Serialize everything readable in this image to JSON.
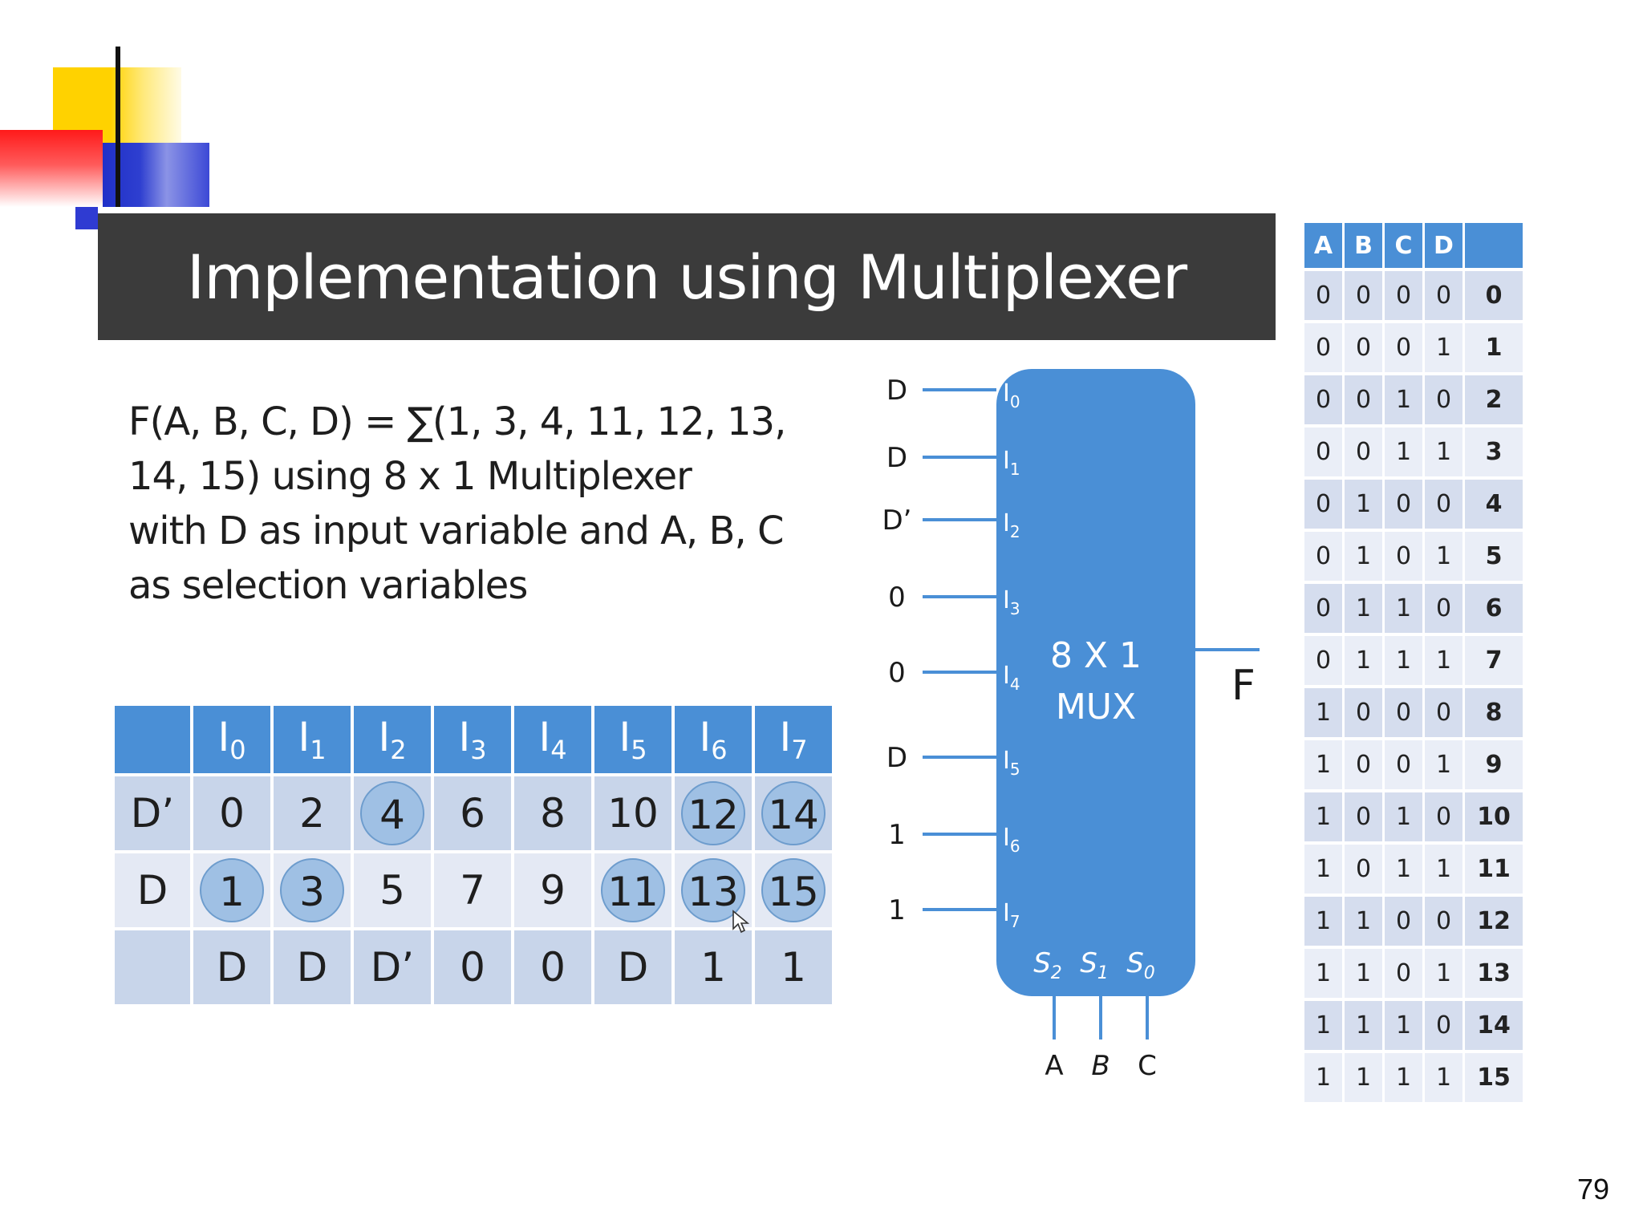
{
  "slide": {
    "title": "Implementation using Multiplexer",
    "description_lines": [
      "F(A, B, C, D) = ∑(1, 3, 4, 11, 12, 13,",
      "14, 15) using 8 x 1 Multiplexer",
      "with D as input variable and A, B, C",
      "as selection variables"
    ],
    "page_number": "79"
  },
  "impl_table": {
    "header": [
      "",
      "I0",
      "I1",
      "I2",
      "I3",
      "I4",
      "I5",
      "I6",
      "I7"
    ],
    "rows": [
      {
        "label": "D’",
        "cells": [
          "0",
          "2",
          "4",
          "6",
          "8",
          "10",
          "12",
          "14"
        ],
        "circled": [
          false,
          false,
          true,
          false,
          false,
          false,
          true,
          true
        ]
      },
      {
        "label": "D",
        "cells": [
          "1",
          "3",
          "5",
          "7",
          "9",
          "11",
          "13",
          "15"
        ],
        "circled": [
          true,
          true,
          false,
          false,
          false,
          true,
          true,
          true
        ]
      },
      {
        "label": "",
        "cells": [
          "D",
          "D",
          "D’",
          "0",
          "0",
          "D",
          "1",
          "1"
        ],
        "circled": [
          false,
          false,
          false,
          false,
          false,
          false,
          false,
          false
        ]
      }
    ]
  },
  "mux": {
    "label_line1": "8 X 1",
    "label_line2": "MUX",
    "inputs": [
      {
        "value": "D",
        "pin": "I0"
      },
      {
        "value": "D",
        "pin": "I1"
      },
      {
        "value": "D’",
        "pin": "I2"
      },
      {
        "value": "0",
        "pin": "I3"
      },
      {
        "value": "0",
        "pin": "I4"
      },
      {
        "value": "D",
        "pin": "I5"
      },
      {
        "value": "1",
        "pin": "I6"
      },
      {
        "value": "1",
        "pin": "I7"
      }
    ],
    "selects": [
      {
        "pin": "S2",
        "var": "A"
      },
      {
        "pin": "S1",
        "var": "B"
      },
      {
        "pin": "S0",
        "var": "C"
      }
    ],
    "output": "F",
    "colors": {
      "body": "#4a8fd6",
      "wire": "#4a8fd6"
    }
  },
  "truth_table": {
    "header": [
      "A",
      "B",
      "C",
      "D",
      ""
    ],
    "rows": [
      [
        "0",
        "0",
        "0",
        "0",
        "0"
      ],
      [
        "0",
        "0",
        "0",
        "1",
        "1"
      ],
      [
        "0",
        "0",
        "1",
        "0",
        "2"
      ],
      [
        "0",
        "0",
        "1",
        "1",
        "3"
      ],
      [
        "0",
        "1",
        "0",
        "0",
        "4"
      ],
      [
        "0",
        "1",
        "0",
        "1",
        "5"
      ],
      [
        "0",
        "1",
        "1",
        "0",
        "6"
      ],
      [
        "0",
        "1",
        "1",
        "1",
        "7"
      ],
      [
        "1",
        "0",
        "0",
        "0",
        "8"
      ],
      [
        "1",
        "0",
        "0",
        "1",
        "9"
      ],
      [
        "1",
        "0",
        "1",
        "0",
        "10"
      ],
      [
        "1",
        "0",
        "1",
        "1",
        "11"
      ],
      [
        "1",
        "1",
        "0",
        "0",
        "12"
      ],
      [
        "1",
        "1",
        "0",
        "1",
        "13"
      ],
      [
        "1",
        "1",
        "1",
        "0",
        "14"
      ],
      [
        "1",
        "1",
        "1",
        "1",
        "15"
      ]
    ]
  }
}
